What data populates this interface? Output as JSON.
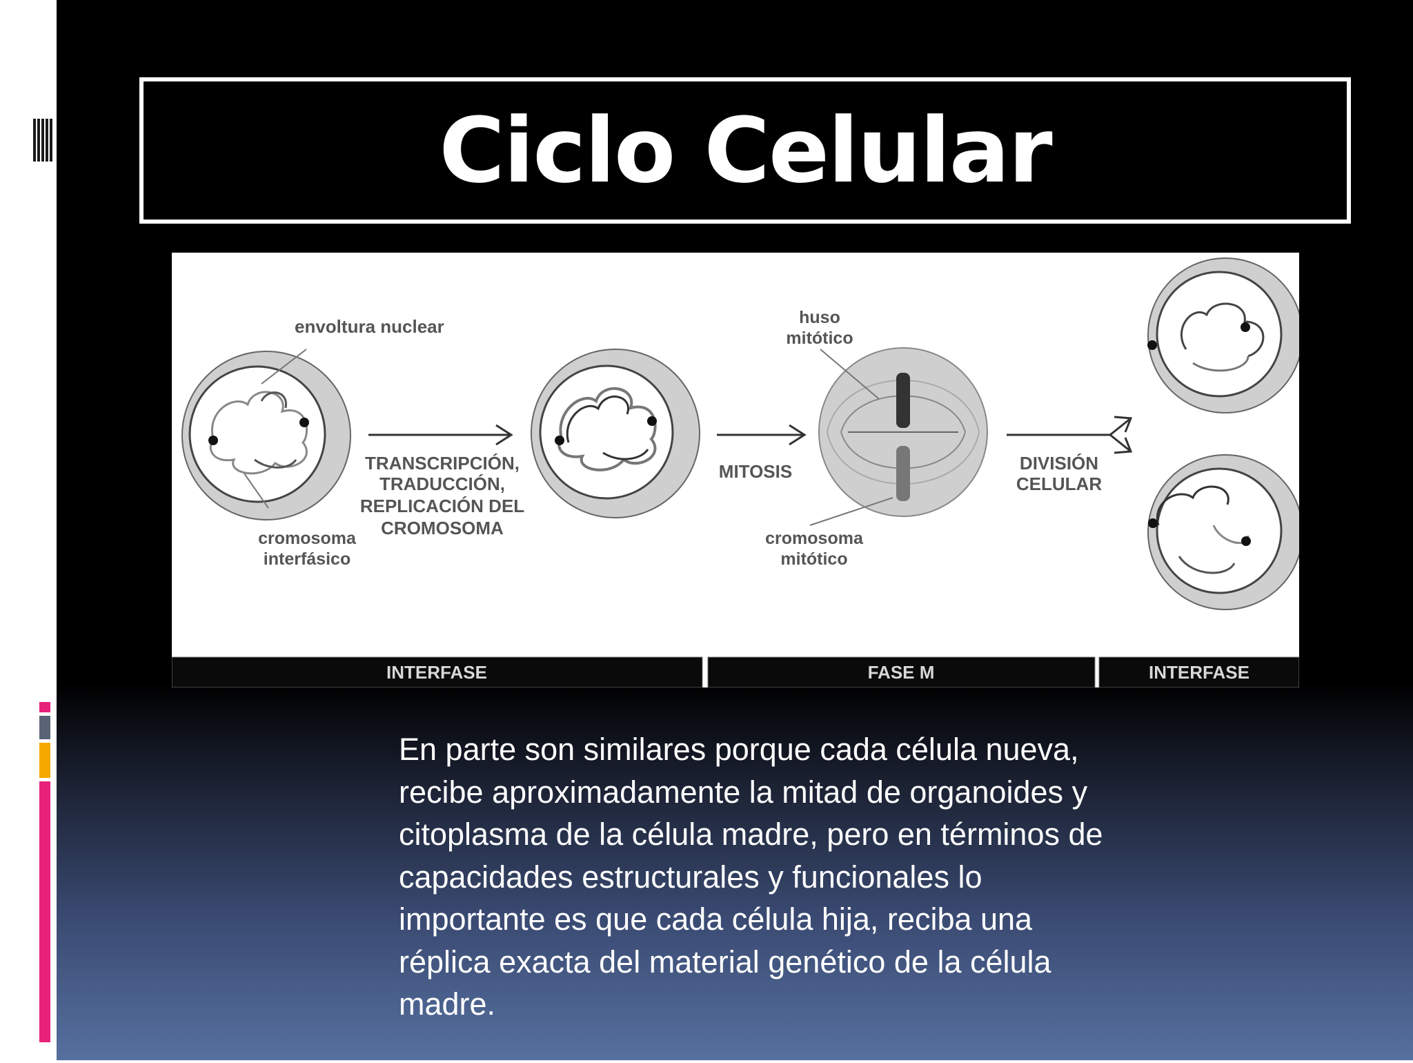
{
  "slide": {
    "title": "Ciclo Celular",
    "body": "En parte son similares porque cada célula nueva, recibe aproximadamente la mitad de organoides y citoplasma de la célula madre, pero en términos de capacidades estructurales y funcionales lo importante es que cada célula hija, reciba una réplica exacta del material genético de la célula madre."
  },
  "diagram": {
    "labels": {
      "envoltura": "envoltura nuclear",
      "cromosoma_int_1": "cromosoma",
      "cromosoma_int_2": "interfásico",
      "transcripcion_1": "TRANSCRIPCIÓN,",
      "transcripcion_2": "TRADUCCIÓN,",
      "transcripcion_3": "REPLICACIÓN DEL",
      "transcripcion_4": "CROMOSOMA",
      "mitosis": "MITOSIS",
      "huso_1": "huso",
      "huso_2": "mitótico",
      "cromosoma_mit_1": "cromosoma",
      "cromosoma_mit_2": "mitótico",
      "division_1": "DIVISIÓN",
      "division_2": "CELULAR"
    },
    "phases": {
      "p1": "INTERFASE",
      "p2": "FASE M",
      "p3": "INTERFASE"
    }
  },
  "colors": {
    "accent_pink": "#e8217a",
    "accent_gray": "#5a6275",
    "accent_orange": "#f5a800"
  }
}
